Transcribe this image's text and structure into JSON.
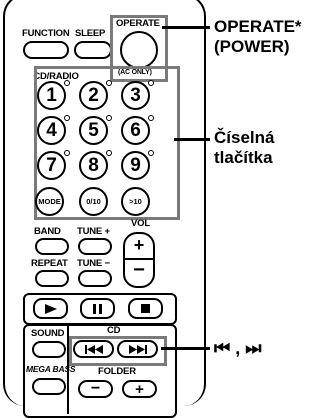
{
  "remote": {
    "function": "FUNCTION",
    "sleep": "SLEEP",
    "operate": "OPERATE",
    "ac_only": "(AC ONLY)",
    "cd_radio": "CD/RADIO",
    "digits": [
      "1",
      "2",
      "3",
      "4",
      "5",
      "6",
      "7",
      "8",
      "9"
    ],
    "mode": "MODE",
    "zero_ten": "0/10",
    "plus_ten": ">10",
    "band": "BAND",
    "tune_plus": "TUNE +",
    "vol": "VOL",
    "repeat": "REPEAT",
    "tune_minus": "TUNE −",
    "sound": "SOUND",
    "cd": "CD",
    "mega_bass": "MEGA BASS",
    "folder": "FOLDER"
  },
  "callouts": {
    "operate_line1": "OPERATE*",
    "operate_line2": "(POWER)",
    "numeric_line1": "Číselná",
    "numeric_line2": "tlačítka",
    "skip": "⏮ , ⏭"
  },
  "colors": {
    "highlight_box": "#7a7a7a"
  }
}
